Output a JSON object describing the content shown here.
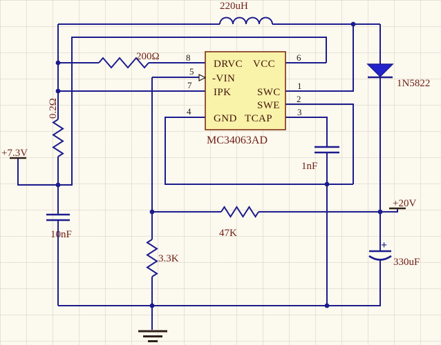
{
  "schematic": {
    "ic": {
      "part_label": "MC34063AD",
      "pin_names": {
        "drvc": "DRVC",
        "vcc": "VCC",
        "vin": "-VIN",
        "ipk": "IPK",
        "swc": "SWC",
        "swe": "SWE",
        "gnd": "GND",
        "tcap": "TCAP"
      },
      "pin_numbers": {
        "drvc": "8",
        "vin": "5",
        "ipk": "7",
        "gnd": "4",
        "vcc": "6",
        "swc": "1",
        "swe": "2",
        "tcap": "3"
      }
    },
    "components": {
      "inductor": {
        "label": "220uH"
      },
      "r_base": {
        "label": "200Ω"
      },
      "r_sense": {
        "label": "0.2Ω"
      },
      "r_fb_top": {
        "label": "47K"
      },
      "r_fb_bottom": {
        "label": "3.3K"
      },
      "c_input": {
        "label": "10nF"
      },
      "c_timing": {
        "label": "1nF"
      },
      "c_output": {
        "label": "330uF",
        "polarity": "+"
      },
      "diode": {
        "label": "1N5822"
      }
    },
    "power": {
      "input": "+7.3V",
      "output": "+20V"
    },
    "colors": {
      "wire": "#1b1b8e",
      "label": "#6e1d12",
      "ic_fill": "#f9f2a9",
      "ic_border": "#7a2f12",
      "ic_text": "#401409",
      "pin_number": "#211617",
      "diode_fill": "#2424cf",
      "ground": "#2e2018",
      "background": "#fcf9ef"
    }
  }
}
